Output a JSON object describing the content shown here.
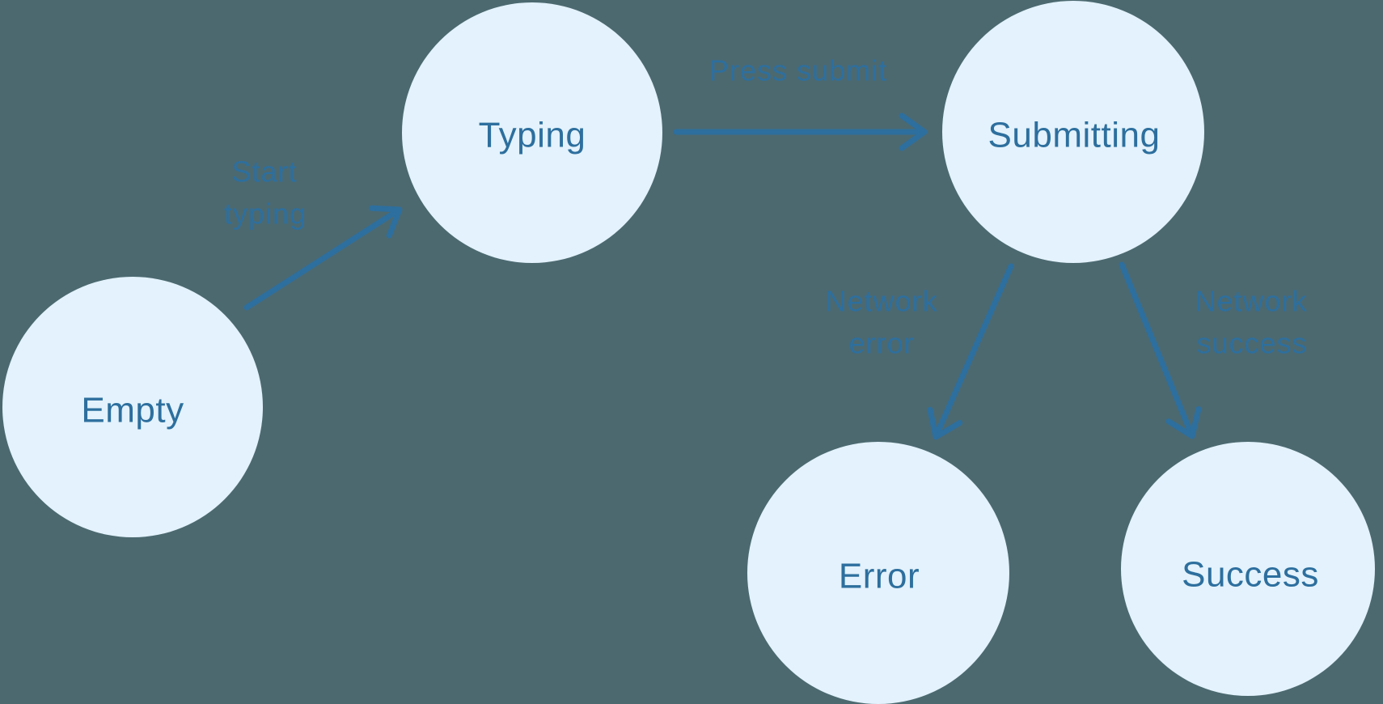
{
  "diagram": {
    "type": "state-machine",
    "background_color": "#4c6970",
    "node_fill_color": "#e3f2fc",
    "accent_color": "#2d6f9e",
    "nodes": {
      "empty": {
        "label": "Empty"
      },
      "typing": {
        "label": "Typing"
      },
      "submitting": {
        "label": "Submitting"
      },
      "error": {
        "label": "Error"
      },
      "success": {
        "label": "Success"
      }
    },
    "edges": {
      "start_typing": {
        "from": "Empty",
        "to": "Typing",
        "label_line1": "Start",
        "label_line2": "typing"
      },
      "press_submit": {
        "from": "Typing",
        "to": "Submitting",
        "label": "Press submit"
      },
      "network_error": {
        "from": "Submitting",
        "to": "Error",
        "label_line1": "Network",
        "label_line2": "error"
      },
      "network_success": {
        "from": "Submitting",
        "to": "Success",
        "label_line1": "Network",
        "label_line2": "success"
      }
    }
  }
}
